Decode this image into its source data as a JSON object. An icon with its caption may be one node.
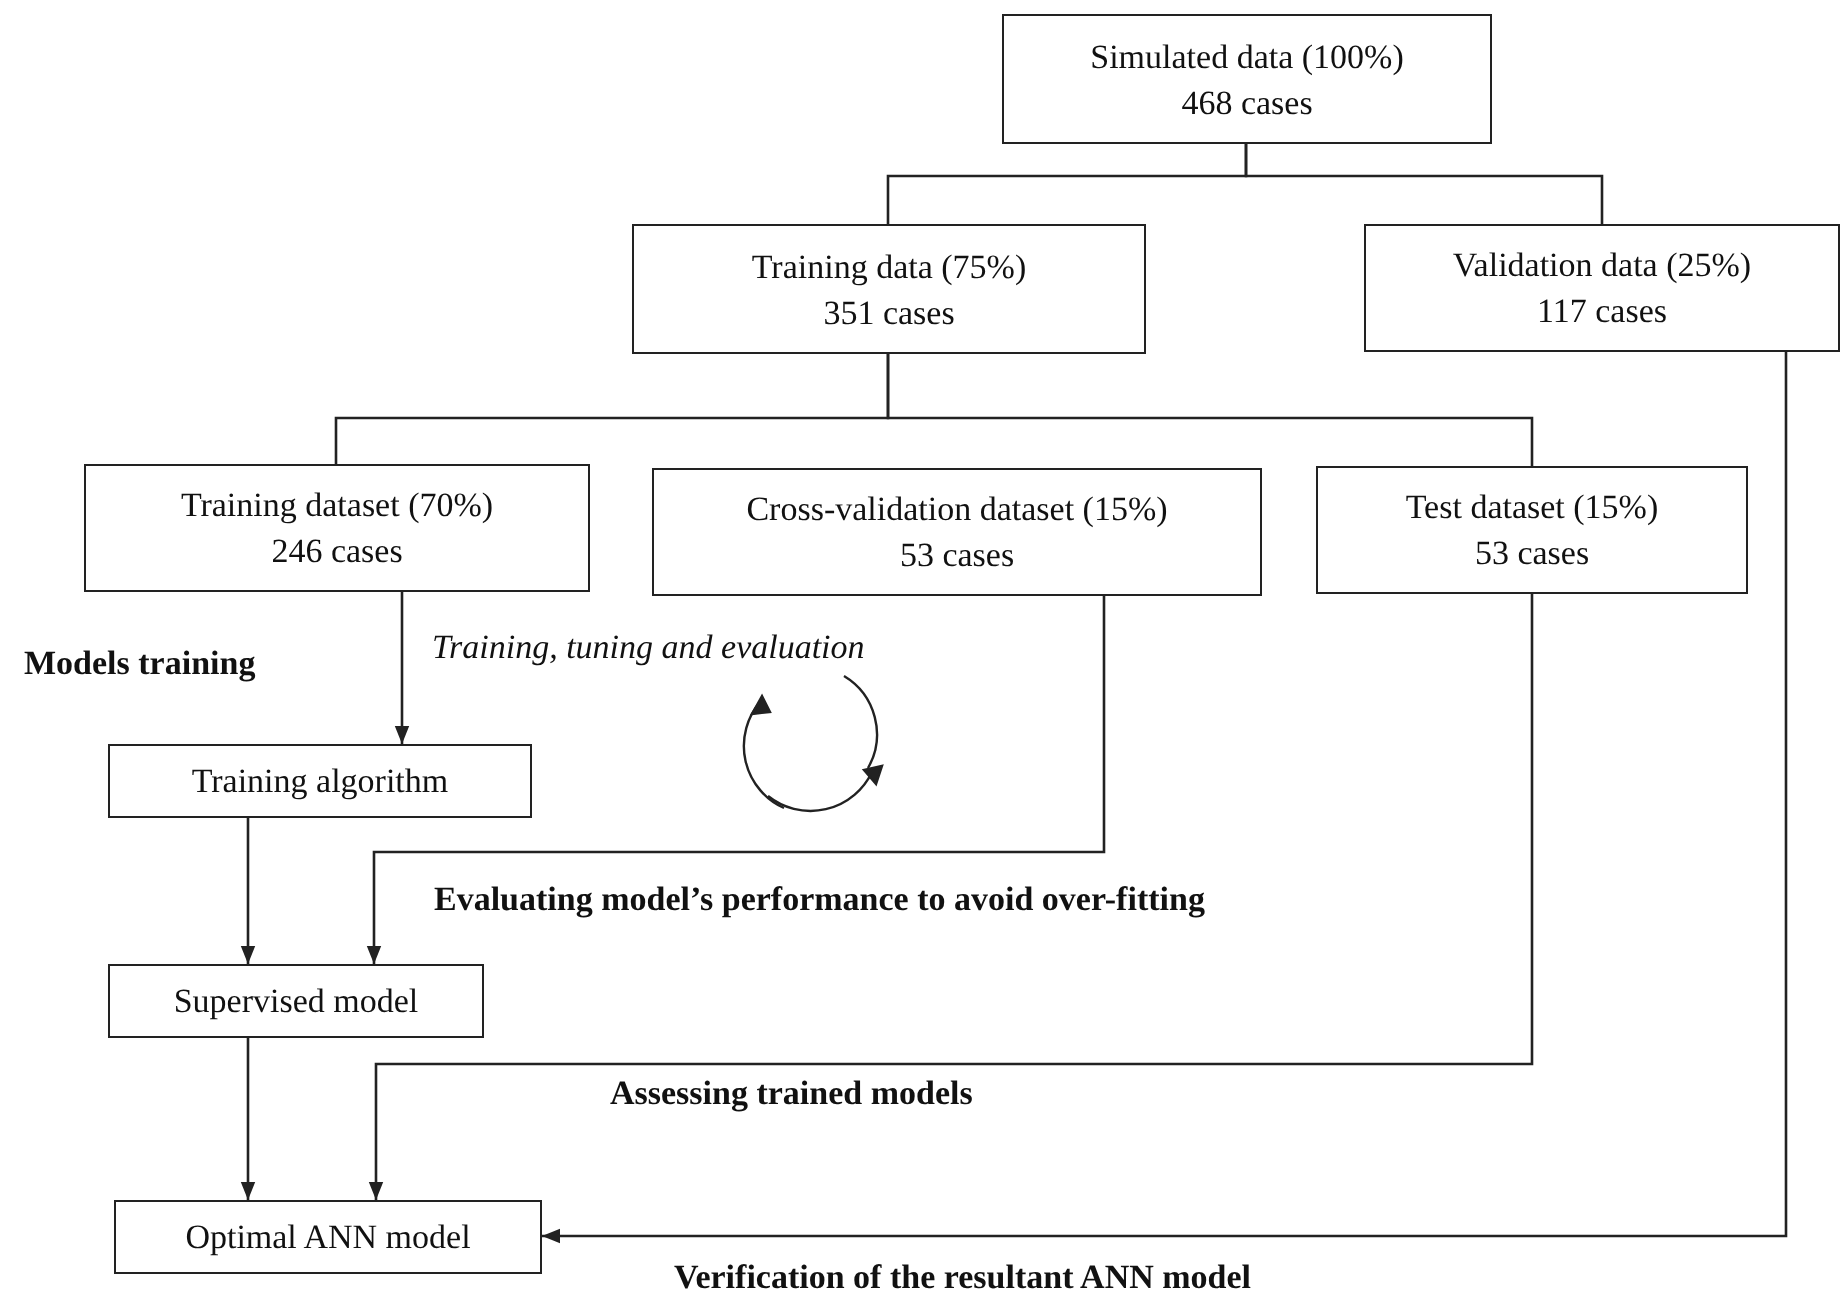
{
  "diagram": {
    "nodes": [
      {
        "text": [
          "Simulated data (100%)",
          "468 cases"
        ]
      },
      {
        "text": [
          "Training data (75%)",
          "351 cases"
        ]
      },
      {
        "text": [
          "Validation data (25%)",
          "117 cases"
        ]
      },
      {
        "text": [
          "Training dataset (70%)",
          "246 cases"
        ]
      },
      {
        "text": [
          "Cross-validation dataset (15%)",
          "53 cases"
        ]
      },
      {
        "text": [
          "Test dataset (15%)",
          "53 cases"
        ]
      },
      {
        "text": [
          "Training algorithm"
        ]
      },
      {
        "text": [
          "Supervised model"
        ]
      },
      {
        "text": [
          "Optimal ANN model"
        ]
      }
    ],
    "edges": [
      {
        "from": 0,
        "to": 1,
        "arrow": "none"
      },
      {
        "from": 0,
        "to": 2,
        "arrow": "none"
      },
      {
        "from": 1,
        "to": 3,
        "arrow": "none"
      },
      {
        "from": 1,
        "to": 5,
        "arrow": "none"
      },
      {
        "from": 3,
        "to": 6,
        "arrow": "to"
      },
      {
        "from": 6,
        "to": 7,
        "arrow": "to"
      },
      {
        "from": 4,
        "to": 7,
        "arrow": "to",
        "label": "Evaluating model’s performance to avoid over-fitting"
      },
      {
        "from": 7,
        "to": 8,
        "arrow": "to"
      },
      {
        "from": 5,
        "to": 8,
        "arrow": "to",
        "label": "Assessing trained models"
      },
      {
        "from": 2,
        "to": 8,
        "arrow": "to",
        "label": "Verification of the resultant ANN model"
      }
    ],
    "labels": [
      "Models training",
      "Training, tuning and evaluation"
    ]
  }
}
